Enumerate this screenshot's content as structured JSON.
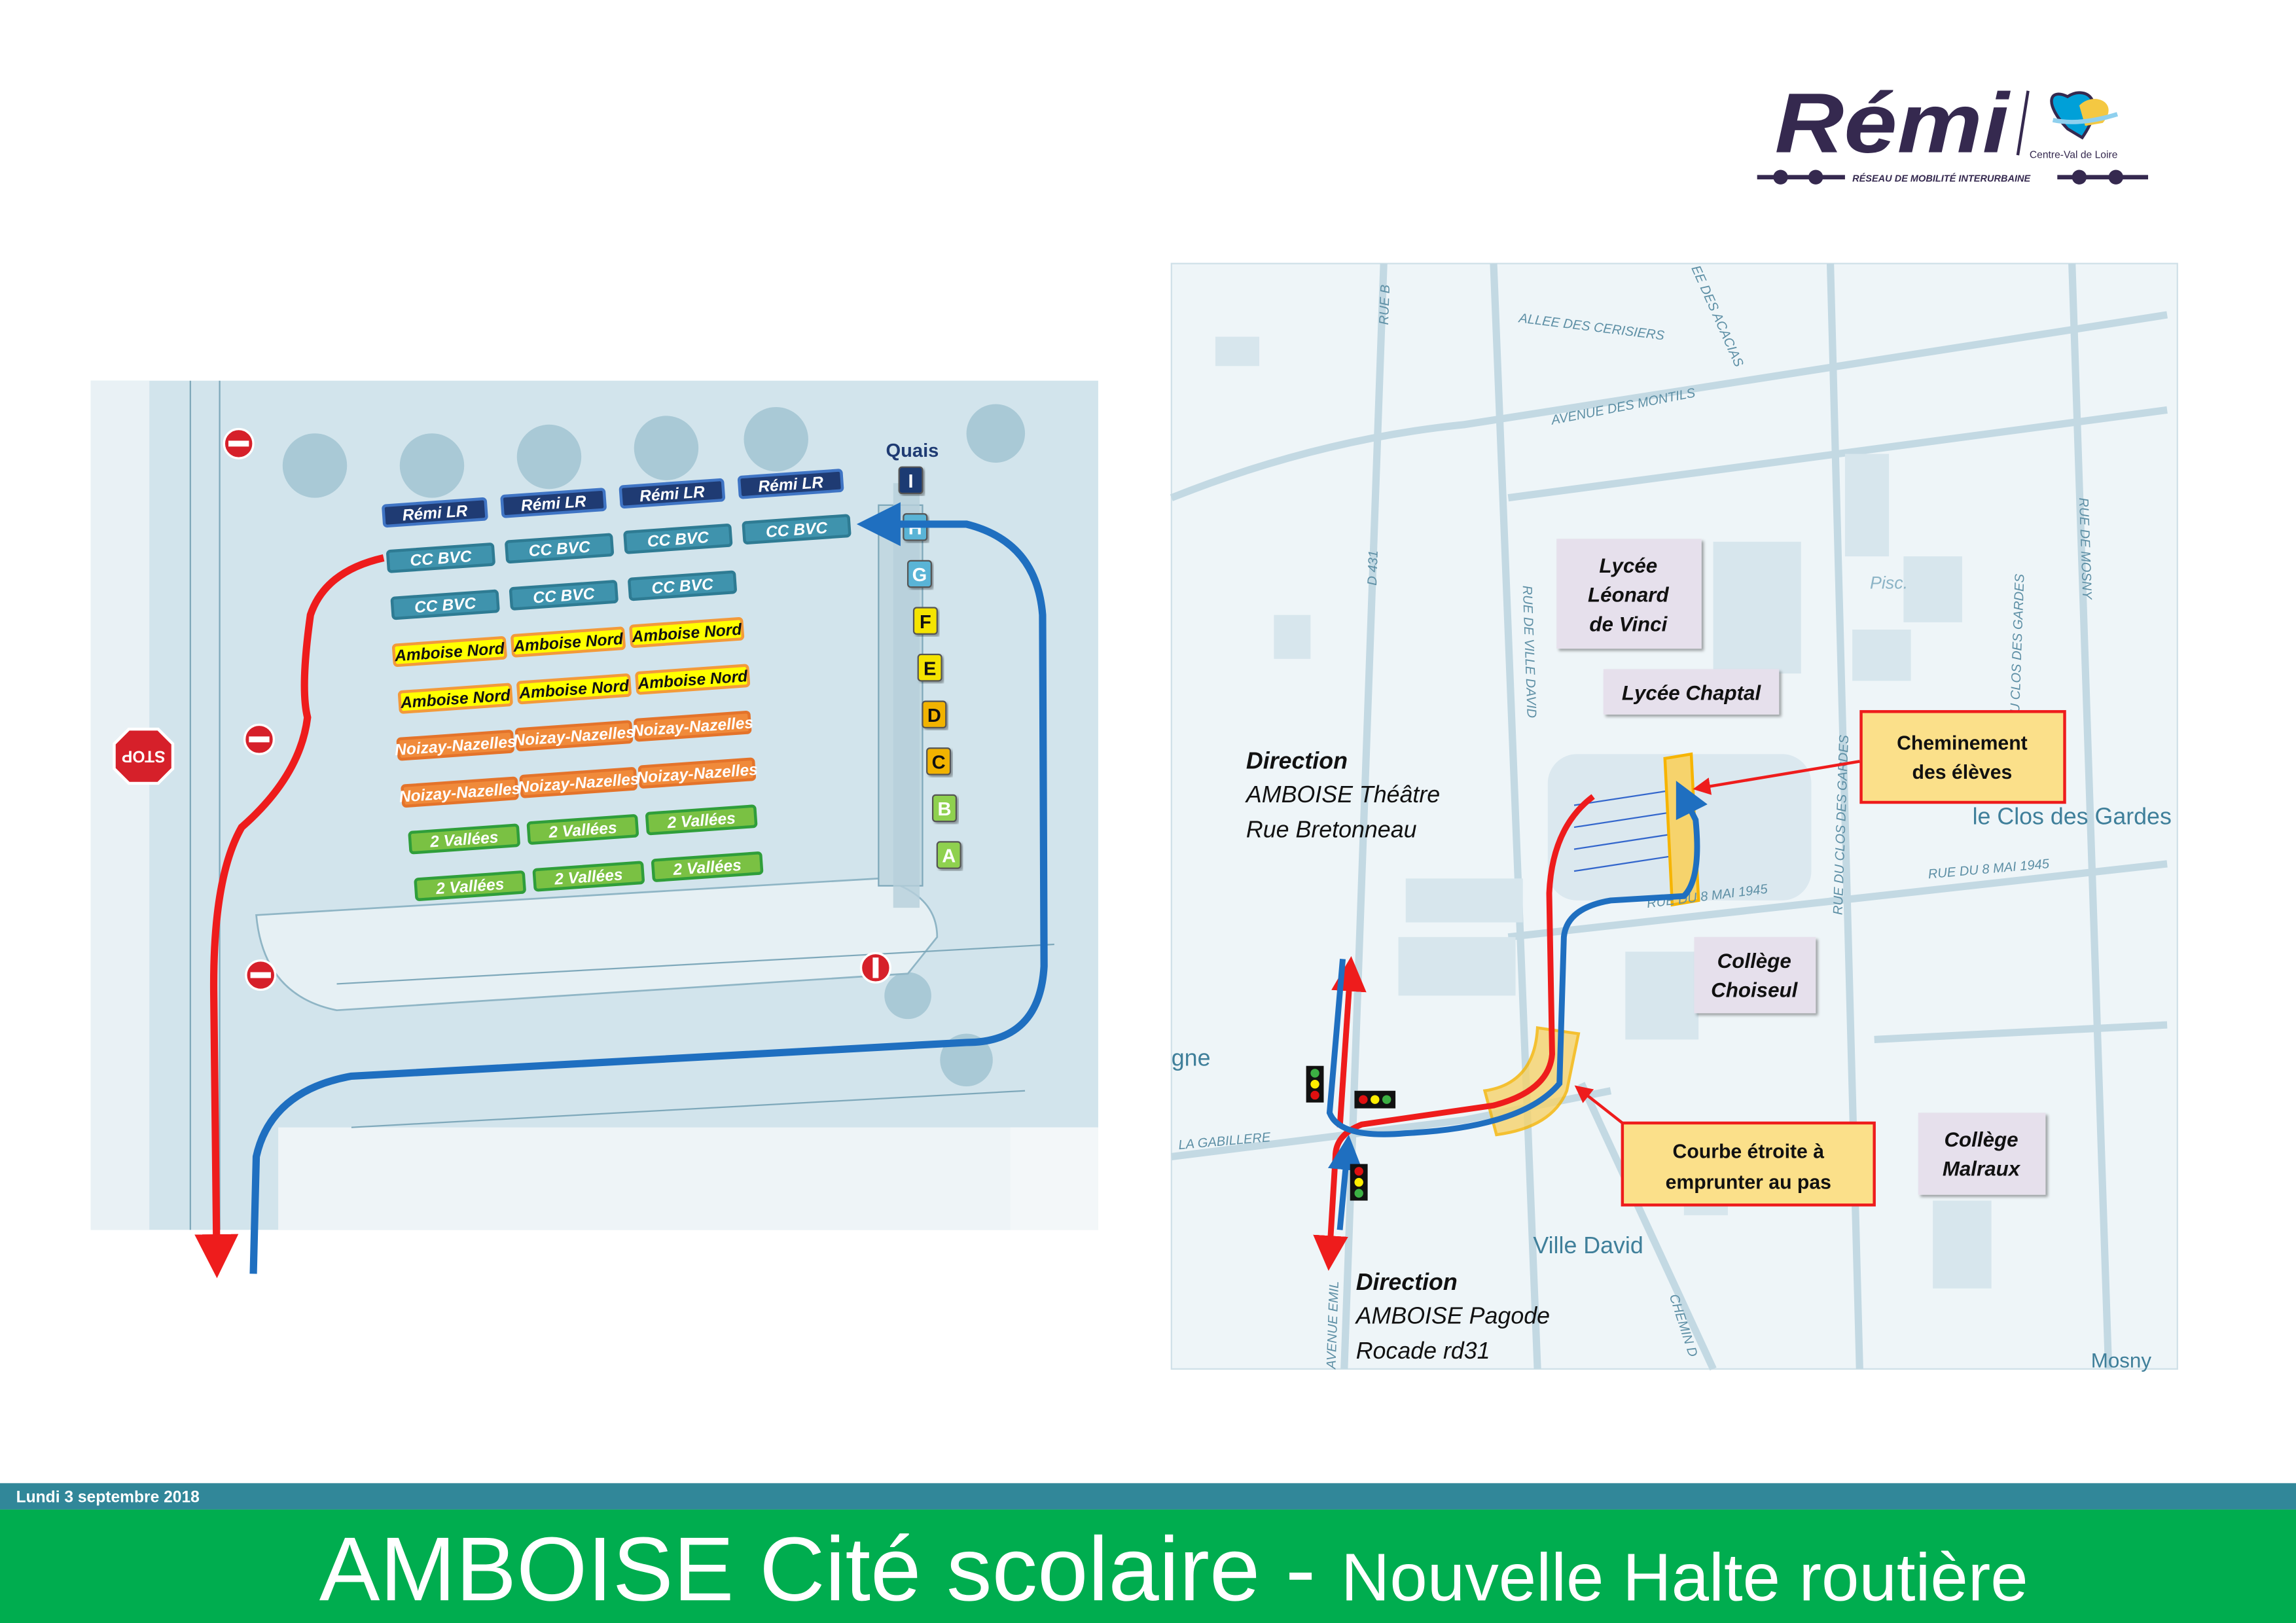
{
  "logo": {
    "brand": "Rémi",
    "region": "Centre-Val de Loire",
    "tagline": "RÉSEAU DE MOBILITÉ INTERURBAINE"
  },
  "footer": {
    "date": "Lundi 3 septembre 2018",
    "title_main": "AMBOISE Cité scolaire",
    "title_sep": " - ",
    "title_sub": "Nouvelle Halte routière",
    "colors": {
      "band": "#318799",
      "title_bg": "#00ad4f"
    }
  },
  "plan": {
    "quais_label": "Quais",
    "quais": [
      "I",
      "H",
      "G",
      "F",
      "E",
      "D",
      "C",
      "B",
      "A"
    ],
    "quai_colors": {
      "I": "#1f3b73",
      "H": "#5ab4d6",
      "G": "#5ab4d6",
      "F": "#f5e400",
      "E": "#f5e400",
      "D": "#f2b300",
      "C": "#f2b300",
      "B": "#8fd14f",
      "A": "#8fd14f"
    },
    "rows": [
      {
        "label": "Rémi LR",
        "count": 4,
        "fill": "#1f3b73",
        "stroke": "#3f74c4",
        "text": "#ffffff"
      },
      {
        "label": "CC BVC",
        "count": 4,
        "fill": "#3f93ad",
        "stroke": "#2e7b93",
        "text": "#ffffff"
      },
      {
        "label": "CC BVC",
        "count": 3,
        "fill": "#3f93ad",
        "stroke": "#2e7b93",
        "text": "#ffffff"
      },
      {
        "label": "Amboise Nord",
        "count": 3,
        "fill": "#ffff00",
        "stroke": "#f39a3a",
        "text": "#111111"
      },
      {
        "label": "Amboise Nord",
        "count": 3,
        "fill": "#ffff00",
        "stroke": "#f39a3a",
        "text": "#111111"
      },
      {
        "label": "Noizay-Nazelles",
        "count": 3,
        "fill": "#f08a3a",
        "stroke": "#e4732a",
        "text": "#ffffff"
      },
      {
        "label": "Noizay-Nazelles",
        "count": 3,
        "fill": "#f08a3a",
        "stroke": "#e4732a",
        "text": "#ffffff"
      },
      {
        "label": "2 Vallées",
        "count": 3,
        "fill": "#7ac143",
        "stroke": "#2f9e3a",
        "text": "#ffffff"
      },
      {
        "label": "2 Vallées",
        "count": 3,
        "fill": "#7ac143",
        "stroke": "#2f9e3a",
        "text": "#ffffff"
      }
    ],
    "stop_sign": "STOP"
  },
  "map": {
    "roads": {
      "rue_b": "RUE B",
      "d431": "D 431",
      "cerisiers": "ALLEE DES CERISIERS",
      "acacias": "EE DES ACACIAS",
      "montils": "AVENUE DES MONTILS",
      "ville_david_rue": "RUE DE VILLE DAVID",
      "clos_gardes_1": "RUE DU CLOS DES GARDES",
      "clos_gardes_2": "RUE DU CLOS DES GARDES",
      "mosny_rue": "RUE DE MOSNY",
      "mai_1": "RUE DU 8 MAI 1945",
      "mai_2": "RUE DU 8 MAI 1945",
      "gabillere": "LA GABILLERE",
      "gne": "gne",
      "emile": "AVENUE EMIL",
      "chemin": "CHEMIN D",
      "pisc": "Pisc.",
      "clos_des_gardes": "le Clos des Gardes",
      "ville_david": "Ville David",
      "mosny": "Mosny"
    },
    "places": {
      "lycee_vinci": [
        "Lycée",
        "Léonard",
        "de Vinci"
      ],
      "lycee_chaptal": "Lycée Chaptal",
      "college_choiseul": [
        "Collège",
        "Choiseul"
      ],
      "college_malraux": [
        "Collège",
        "Malraux"
      ]
    },
    "callouts": {
      "cheminement": [
        "Cheminement",
        "des élèves"
      ],
      "courbe": [
        "Courbe étroite à",
        "emprunter au pas"
      ]
    },
    "directions": {
      "north": {
        "label": "Direction",
        "line1": "AMBOISE Théâtre",
        "line2": "Rue Bretonneau"
      },
      "south": {
        "label": "Direction",
        "line1": "AMBOISE Pagode",
        "line2": "Rocade rd31"
      }
    },
    "route_colors": {
      "inbound": "#1f6fc0",
      "outbound": "#ee1c1c"
    }
  }
}
